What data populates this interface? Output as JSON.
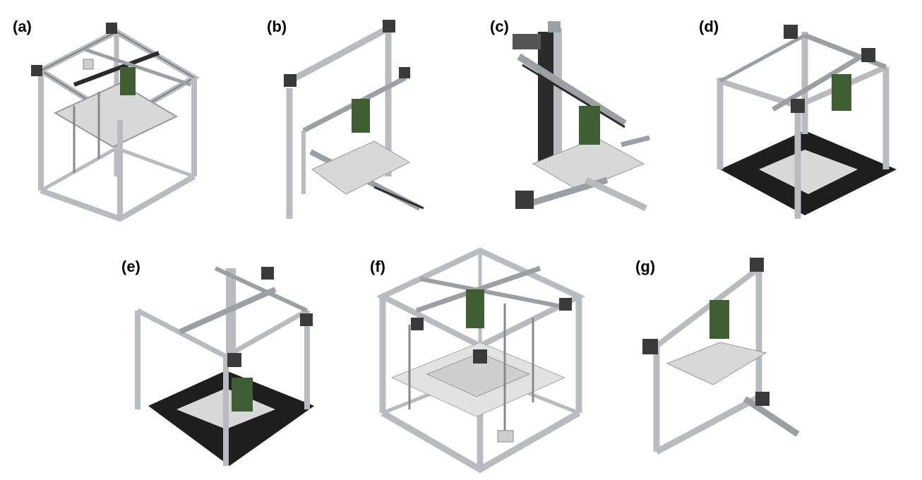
{
  "figure": {
    "panels": [
      {
        "id": "a",
        "label": "(a)"
      },
      {
        "id": "b",
        "label": "(b)"
      },
      {
        "id": "c",
        "label": "(c)"
      },
      {
        "id": "d",
        "label": "(d)"
      },
      {
        "id": "e",
        "label": "(e)"
      },
      {
        "id": "f",
        "label": "(f)"
      },
      {
        "id": "g",
        "label": "(g)"
      }
    ],
    "colors": {
      "frame": "#b8bcc0",
      "frame_dark": "#7c8085",
      "rail": "#2b2b2b",
      "bed": "#d8d8d8",
      "base": "#1e1e1e",
      "motor": "#3a3a3a",
      "printhead": "#3f5e32",
      "accent": "#c0392b"
    }
  }
}
